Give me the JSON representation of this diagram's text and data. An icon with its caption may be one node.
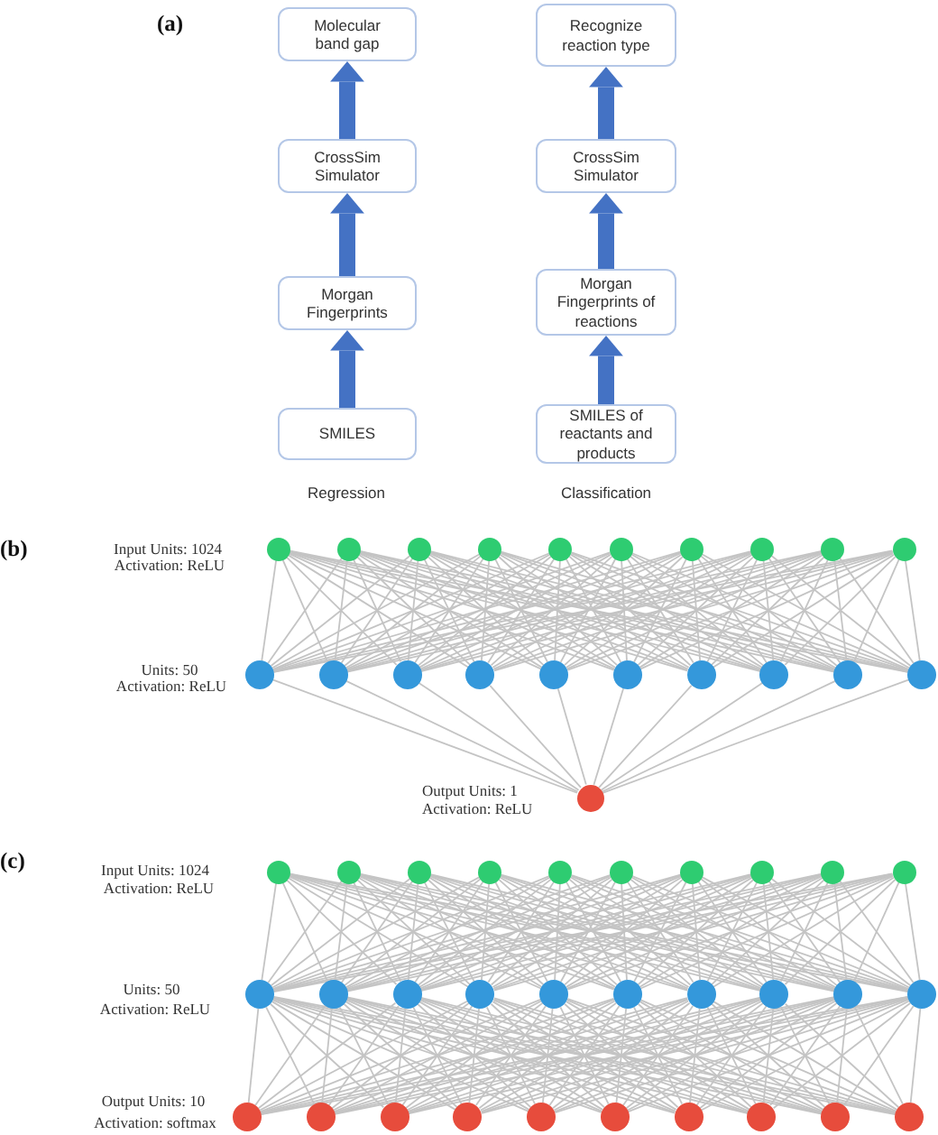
{
  "diagram": {
    "nodes": [
      {
        "text": [
          "Molecular band gap"
        ]
      },
      {
        "text": [
          "Recognize reaction type"
        ]
      },
      {
        "text": [
          "CrossSim Simulator"
        ]
      },
      {
        "text": [
          "CrossSim Simulator"
        ]
      },
      {
        "text": [
          "Morgan Fingerprints"
        ]
      },
      {
        "text": [
          "Morgan Fingerprints of reactions"
        ]
      },
      {
        "text": [
          "SMILES"
        ]
      },
      {
        "text": [
          "SMILES of reactants and products"
        ]
      },
      {
        "text": [],
        "shape": "circle"
      },
      {
        "text": [],
        "shape": "circle"
      },
      {
        "text": [],
        "shape": "circle"
      },
      {
        "text": [],
        "shape": "circle"
      },
      {
        "text": [],
        "shape": "circle"
      },
      {
        "text": [],
        "shape": "circle"
      },
      {
        "text": [],
        "shape": "circle"
      },
      {
        "text": [],
        "shape": "circle"
      },
      {
        "text": [],
        "shape": "circle"
      },
      {
        "text": [],
        "shape": "circle"
      },
      {
        "text": [],
        "shape": "circle"
      },
      {
        "text": [],
        "shape": "circle"
      },
      {
        "text": [],
        "shape": "circle"
      },
      {
        "text": [],
        "shape": "circle"
      },
      {
        "text": [],
        "shape": "circle"
      },
      {
        "text": [],
        "shape": "circle"
      },
      {
        "text": [],
        "shape": "circle"
      },
      {
        "text": [],
        "shape": "circle"
      },
      {
        "text": [],
        "shape": "circle"
      },
      {
        "text": [],
        "shape": "circle"
      },
      {
        "text": [],
        "shape": "circle"
      },
      {
        "text": [],
        "shape": "circle"
      },
      {
        "text": [],
        "shape": "circle"
      },
      {
        "text": [],
        "shape": "circle"
      },
      {
        "text": [],
        "shape": "circle"
      },
      {
        "text": [],
        "shape": "circle"
      },
      {
        "text": [],
        "shape": "circle"
      },
      {
        "text": [],
        "shape": "circle"
      },
      {
        "text": [],
        "shape": "circle"
      },
      {
        "text": [],
        "shape": "circle"
      },
      {
        "text": [],
        "shape": "circle"
      },
      {
        "text": [],
        "shape": "circle"
      },
      {
        "text": [],
        "shape": "circle"
      },
      {
        "text": [],
        "shape": "circle"
      },
      {
        "text": [],
        "shape": "circle"
      },
      {
        "text": [],
        "shape": "circle"
      },
      {
        "text": [],
        "shape": "circle"
      },
      {
        "text": [],
        "shape": "circle"
      },
      {
        "text": [],
        "shape": "circle"
      },
      {
        "text": [],
        "shape": "circle"
      },
      {
        "text": [],
        "shape": "circle"
      },
      {
        "text": [],
        "shape": "circle"
      },
      {
        "text": [],
        "shape": "circle"
      },
      {
        "text": [],
        "shape": "circle"
      },
      {
        "text": [],
        "shape": "circle"
      },
      {
        "text": [],
        "shape": "circle"
      },
      {
        "text": [],
        "shape": "circle"
      },
      {
        "text": [],
        "shape": "circle"
      },
      {
        "text": [],
        "shape": "circle"
      },
      {
        "text": [],
        "shape": "circle"
      },
      {
        "text": [],
        "shape": "circle"
      }
    ],
    "edges": [
      {
        "from": 6,
        "to": 4,
        "arrow": "to",
        "style": "thick",
        "color": "#4472c4"
      },
      {
        "from": 4,
        "to": 2,
        "arrow": "to",
        "style": "thick",
        "color": "#4472c4"
      },
      {
        "from": 2,
        "to": 0,
        "arrow": "to",
        "style": "thick",
        "color": "#4472c4"
      },
      {
        "from": 7,
        "to": 5,
        "arrow": "to",
        "style": "thick",
        "color": "#4472c4"
      },
      {
        "from": 5,
        "to": 3,
        "arrow": "to",
        "style": "thick",
        "color": "#4472c4"
      },
      {
        "from": 3,
        "to": 1,
        "arrow": "to",
        "style": "thick",
        "color": "#4472c4"
      },
      {
        "from": 8,
        "to": 18,
        "arrow": "none"
      },
      {
        "from": 8,
        "to": 19,
        "arrow": "none"
      },
      {
        "from": 8,
        "to": 20,
        "arrow": "none"
      },
      {
        "from": 8,
        "to": 21,
        "arrow": "none"
      },
      {
        "from": 8,
        "to": 22,
        "arrow": "none"
      },
      {
        "from": 8,
        "to": 23,
        "arrow": "none"
      },
      {
        "from": 8,
        "to": 24,
        "arrow": "none"
      },
      {
        "from": 8,
        "to": 25,
        "arrow": "none"
      },
      {
        "from": 8,
        "to": 26,
        "arrow": "none"
      },
      {
        "from": 8,
        "to": 27,
        "arrow": "none"
      },
      {
        "from": 9,
        "to": 18,
        "arrow": "none"
      },
      {
        "from": 9,
        "to": 19,
        "arrow": "none"
      },
      {
        "from": 9,
        "to": 20,
        "arrow": "none"
      },
      {
        "from": 9,
        "to": 21,
        "arrow": "none"
      },
      {
        "from": 9,
        "to": 22,
        "arrow": "none"
      },
      {
        "from": 9,
        "to": 23,
        "arrow": "none"
      },
      {
        "from": 9,
        "to": 24,
        "arrow": "none"
      },
      {
        "from": 9,
        "to": 25,
        "arrow": "none"
      },
      {
        "from": 9,
        "to": 26,
        "arrow": "none"
      },
      {
        "from": 9,
        "to": 27,
        "arrow": "none"
      },
      {
        "from": 10,
        "to": 18,
        "arrow": "none"
      },
      {
        "from": 10,
        "to": 19,
        "arrow": "none"
      },
      {
        "from": 10,
        "to": 20,
        "arrow": "none"
      },
      {
        "from": 10,
        "to": 21,
        "arrow": "none"
      },
      {
        "from": 10,
        "to": 22,
        "arrow": "none"
      },
      {
        "from": 10,
        "to": 23,
        "arrow": "none"
      },
      {
        "from": 10,
        "to": 24,
        "arrow": "none"
      },
      {
        "from": 10,
        "to": 25,
        "arrow": "none"
      },
      {
        "from": 10,
        "to": 26,
        "arrow": "none"
      },
      {
        "from": 10,
        "to": 27,
        "arrow": "none"
      },
      {
        "from": 11,
        "to": 18,
        "arrow": "none"
      },
      {
        "from": 11,
        "to": 19,
        "arrow": "none"
      },
      {
        "from": 11,
        "to": 20,
        "arrow": "none"
      },
      {
        "from": 11,
        "to": 21,
        "arrow": "none"
      },
      {
        "from": 11,
        "to": 22,
        "arrow": "none"
      },
      {
        "from": 11,
        "to": 23,
        "arrow": "none"
      },
      {
        "from": 11,
        "to": 24,
        "arrow": "none"
      },
      {
        "from": 11,
        "to": 25,
        "arrow": "none"
      },
      {
        "from": 11,
        "to": 26,
        "arrow": "none"
      },
      {
        "from": 11,
        "to": 27,
        "arrow": "none"
      },
      {
        "from": 12,
        "to": 18,
        "arrow": "none"
      },
      {
        "from": 12,
        "to": 19,
        "arrow": "none"
      },
      {
        "from": 12,
        "to": 20,
        "arrow": "none"
      },
      {
        "from": 12,
        "to": 21,
        "arrow": "none"
      },
      {
        "from": 12,
        "to": 22,
        "arrow": "none"
      },
      {
        "from": 12,
        "to": 23,
        "arrow": "none"
      },
      {
        "from": 12,
        "to": 24,
        "arrow": "none"
      },
      {
        "from": 12,
        "to": 25,
        "arrow": "none"
      },
      {
        "from": 12,
        "to": 26,
        "arrow": "none"
      },
      {
        "from": 12,
        "to": 27,
        "arrow": "none"
      },
      {
        "from": 13,
        "to": 18,
        "arrow": "none"
      },
      {
        "from": 13,
        "to": 19,
        "arrow": "none"
      },
      {
        "from": 13,
        "to": 20,
        "arrow": "none"
      },
      {
        "from": 13,
        "to": 21,
        "arrow": "none"
      },
      {
        "from": 13,
        "to": 22,
        "arrow": "none"
      },
      {
        "from": 13,
        "to": 23,
        "arrow": "none"
      },
      {
        "from": 13,
        "to": 24,
        "arrow": "none"
      },
      {
        "from": 13,
        "to": 25,
        "arrow": "none"
      },
      {
        "from": 13,
        "to": 26,
        "arrow": "none"
      },
      {
        "from": 13,
        "to": 27,
        "arrow": "none"
      },
      {
        "from": 14,
        "to": 18,
        "arrow": "none"
      },
      {
        "from": 14,
        "to": 19,
        "arrow": "none"
      },
      {
        "from": 14,
        "to": 20,
        "arrow": "none"
      },
      {
        "from": 14,
        "to": 21,
        "arrow": "none"
      },
      {
        "from": 14,
        "to": 22,
        "arrow": "none"
      },
      {
        "from": 14,
        "to": 23,
        "arrow": "none"
      },
      {
        "from": 14,
        "to": 24,
        "arrow": "none"
      },
      {
        "from": 14,
        "to": 25,
        "arrow": "none"
      },
      {
        "from": 14,
        "to": 26,
        "arrow": "none"
      },
      {
        "from": 14,
        "to": 27,
        "arrow": "none"
      },
      {
        "from": 15,
        "to": 18,
        "arrow": "none"
      },
      {
        "from": 15,
        "to": 19,
        "arrow": "none"
      },
      {
        "from": 15,
        "to": 20,
        "arrow": "none"
      },
      {
        "from": 15,
        "to": 21,
        "arrow": "none"
      },
      {
        "from": 15,
        "to": 22,
        "arrow": "none"
      },
      {
        "from": 15,
        "to": 23,
        "arrow": "none"
      },
      {
        "from": 15,
        "to": 24,
        "arrow": "none"
      },
      {
        "from": 15,
        "to": 25,
        "arrow": "none"
      },
      {
        "from": 15,
        "to": 26,
        "arrow": "none"
      },
      {
        "from": 15,
        "to": 27,
        "arrow": "none"
      },
      {
        "from": 16,
        "to": 18,
        "arrow": "none"
      },
      {
        "from": 16,
        "to": 19,
        "arrow": "none"
      },
      {
        "from": 16,
        "to": 20,
        "arrow": "none"
      },
      {
        "from": 16,
        "to": 21,
        "arrow": "none"
      },
      {
        "from": 16,
        "to": 22,
        "arrow": "none"
      },
      {
        "from": 16,
        "to": 23,
        "arrow": "none"
      },
      {
        "from": 16,
        "to": 24,
        "arrow": "none"
      },
      {
        "from": 16,
        "to": 25,
        "arrow": "none"
      },
      {
        "from": 16,
        "to": 26,
        "arrow": "none"
      },
      {
        "from": 16,
        "to": 27,
        "arrow": "none"
      },
      {
        "from": 17,
        "to": 18,
        "arrow": "none"
      },
      {
        "from": 17,
        "to": 19,
        "arrow": "none"
      },
      {
        "from": 17,
        "to": 20,
        "arrow": "none"
      },
      {
        "from": 17,
        "to": 21,
        "arrow": "none"
      },
      {
        "from": 17,
        "to": 22,
        "arrow": "none"
      },
      {
        "from": 17,
        "to": 23,
        "arrow": "none"
      },
      {
        "from": 17,
        "to": 24,
        "arrow": "none"
      },
      {
        "from": 17,
        "to": 25,
        "arrow": "none"
      },
      {
        "from": 17,
        "to": 26,
        "arrow": "none"
      },
      {
        "from": 17,
        "to": 27,
        "arrow": "none"
      },
      {
        "from": 18,
        "to": 28,
        "arrow": "none"
      },
      {
        "from": 19,
        "to": 28,
        "arrow": "none"
      },
      {
        "from": 20,
        "to": 28,
        "arrow": "none"
      },
      {
        "from": 21,
        "to": 28,
        "arrow": "none"
      },
      {
        "from": 22,
        "to": 28,
        "arrow": "none"
      },
      {
        "from": 23,
        "to": 28,
        "arrow": "none"
      },
      {
        "from": 24,
        "to": 28,
        "arrow": "none"
      },
      {
        "from": 25,
        "to": 28,
        "arrow": "none"
      },
      {
        "from": 26,
        "to": 28,
        "arrow": "none"
      },
      {
        "from": 27,
        "to": 28,
        "arrow": "none"
      },
      {
        "from": 29,
        "to": 39,
        "arrow": "none"
      },
      {
        "from": 29,
        "to": 40,
        "arrow": "none"
      },
      {
        "from": 29,
        "to": 41,
        "arrow": "none"
      },
      {
        "from": 29,
        "to": 42,
        "arrow": "none"
      },
      {
        "from": 29,
        "to": 43,
        "arrow": "none"
      },
      {
        "from": 29,
        "to": 44,
        "arrow": "none"
      },
      {
        "from": 29,
        "to": 45,
        "arrow": "none"
      },
      {
        "from": 29,
        "to": 46,
        "arrow": "none"
      },
      {
        "from": 29,
        "to": 47,
        "arrow": "none"
      },
      {
        "from": 29,
        "to": 48,
        "arrow": "none"
      },
      {
        "from": 30,
        "to": 39,
        "arrow": "none"
      },
      {
        "from": 30,
        "to": 40,
        "arrow": "none"
      },
      {
        "from": 30,
        "to": 41,
        "arrow": "none"
      },
      {
        "from": 30,
        "to": 42,
        "arrow": "none"
      },
      {
        "from": 30,
        "to": 43,
        "arrow": "none"
      },
      {
        "from": 30,
        "to": 44,
        "arrow": "none"
      },
      {
        "from": 30,
        "to": 45,
        "arrow": "none"
      },
      {
        "from": 30,
        "to": 46,
        "arrow": "none"
      },
      {
        "from": 30,
        "to": 47,
        "arrow": "none"
      },
      {
        "from": 30,
        "to": 48,
        "arrow": "none"
      },
      {
        "from": 31,
        "to": 39,
        "arrow": "none"
      },
      {
        "from": 31,
        "to": 40,
        "arrow": "none"
      },
      {
        "from": 31,
        "to": 41,
        "arrow": "none"
      },
      {
        "from": 31,
        "to": 42,
        "arrow": "none"
      },
      {
        "from": 31,
        "to": 43,
        "arrow": "none"
      },
      {
        "from": 31,
        "to": 44,
        "arrow": "none"
      },
      {
        "from": 31,
        "to": 45,
        "arrow": "none"
      },
      {
        "from": 31,
        "to": 46,
        "arrow": "none"
      },
      {
        "from": 31,
        "to": 47,
        "arrow": "none"
      },
      {
        "from": 31,
        "to": 48,
        "arrow": "none"
      },
      {
        "from": 32,
        "to": 39,
        "arrow": "none"
      },
      {
        "from": 32,
        "to": 40,
        "arrow": "none"
      },
      {
        "from": 32,
        "to": 41,
        "arrow": "none"
      },
      {
        "from": 32,
        "to": 42,
        "arrow": "none"
      },
      {
        "from": 32,
        "to": 43,
        "arrow": "none"
      },
      {
        "from": 32,
        "to": 44,
        "arrow": "none"
      },
      {
        "from": 32,
        "to": 45,
        "arrow": "none"
      },
      {
        "from": 32,
        "to": 46,
        "arrow": "none"
      },
      {
        "from": 32,
        "to": 47,
        "arrow": "none"
      },
      {
        "from": 32,
        "to": 48,
        "arrow": "none"
      },
      {
        "from": 33,
        "to": 39,
        "arrow": "none"
      },
      {
        "from": 33,
        "to": 40,
        "arrow": "none"
      },
      {
        "from": 33,
        "to": 41,
        "arrow": "none"
      },
      {
        "from": 33,
        "to": 42,
        "arrow": "none"
      },
      {
        "from": 33,
        "to": 43,
        "arrow": "none"
      },
      {
        "from": 33,
        "to": 44,
        "arrow": "none"
      },
      {
        "from": 33,
        "to": 45,
        "arrow": "none"
      },
      {
        "from": 33,
        "to": 46,
        "arrow": "none"
      },
      {
        "from": 33,
        "to": 47,
        "arrow": "none"
      },
      {
        "from": 33,
        "to": 48,
        "arrow": "none"
      },
      {
        "from": 34,
        "to": 39,
        "arrow": "none"
      },
      {
        "from": 34,
        "to": 40,
        "arrow": "none"
      },
      {
        "from": 34,
        "to": 41,
        "arrow": "none"
      },
      {
        "from": 34,
        "to": 42,
        "arrow": "none"
      },
      {
        "from": 34,
        "to": 43,
        "arrow": "none"
      },
      {
        "from": 34,
        "to": 44,
        "arrow": "none"
      },
      {
        "from": 34,
        "to": 45,
        "arrow": "none"
      },
      {
        "from": 34,
        "to": 46,
        "arrow": "none"
      },
      {
        "from": 34,
        "to": 47,
        "arrow": "none"
      },
      {
        "from": 34,
        "to": 48,
        "arrow": "none"
      },
      {
        "from": 35,
        "to": 39,
        "arrow": "none"
      },
      {
        "from": 35,
        "to": 40,
        "arrow": "none"
      },
      {
        "from": 35,
        "to": 41,
        "arrow": "none"
      },
      {
        "from": 35,
        "to": 42,
        "arrow": "none"
      },
      {
        "from": 35,
        "to": 43,
        "arrow": "none"
      },
      {
        "from": 35,
        "to": 44,
        "arrow": "none"
      },
      {
        "from": 35,
        "to": 45,
        "arrow": "none"
      },
      {
        "from": 35,
        "to": 46,
        "arrow": "none"
      },
      {
        "from": 35,
        "to": 47,
        "arrow": "none"
      },
      {
        "from": 35,
        "to": 48,
        "arrow": "none"
      },
      {
        "from": 36,
        "to": 39,
        "arrow": "none"
      },
      {
        "from": 36,
        "to": 40,
        "arrow": "none"
      },
      {
        "from": 36,
        "to": 41,
        "arrow": "none"
      },
      {
        "from": 36,
        "to": 42,
        "arrow": "none"
      },
      {
        "from": 36,
        "to": 43,
        "arrow": "none"
      },
      {
        "from": 36,
        "to": 44,
        "arrow": "none"
      },
      {
        "from": 36,
        "to": 45,
        "arrow": "none"
      },
      {
        "from": 36,
        "to": 46,
        "arrow": "none"
      },
      {
        "from": 36,
        "to": 47,
        "arrow": "none"
      },
      {
        "from": 36,
        "to": 48,
        "arrow": "none"
      },
      {
        "from": 37,
        "to": 39,
        "arrow": "none"
      },
      {
        "from": 37,
        "to": 40,
        "arrow": "none"
      },
      {
        "from": 37,
        "to": 41,
        "arrow": "none"
      },
      {
        "from": 37,
        "to": 42,
        "arrow": "none"
      },
      {
        "from": 37,
        "to": 43,
        "arrow": "none"
      },
      {
        "from": 37,
        "to": 44,
        "arrow": "none"
      },
      {
        "from": 37,
        "to": 45,
        "arrow": "none"
      },
      {
        "from": 37,
        "to": 46,
        "arrow": "none"
      },
      {
        "from": 37,
        "to": 47,
        "arrow": "none"
      },
      {
        "from": 37,
        "to": 48,
        "arrow": "none"
      },
      {
        "from": 38,
        "to": 39,
        "arrow": "none"
      },
      {
        "from": 38,
        "to": 40,
        "arrow": "none"
      },
      {
        "from": 38,
        "to": 41,
        "arrow": "none"
      },
      {
        "from": 38,
        "to": 42,
        "arrow": "none"
      },
      {
        "from": 38,
        "to": 43,
        "arrow": "none"
      },
      {
        "from": 38,
        "to": 44,
        "arrow": "none"
      },
      {
        "from": 38,
        "to": 45,
        "arrow": "none"
      },
      {
        "from": 38,
        "to": 46,
        "arrow": "none"
      },
      {
        "from": 38,
        "to": 47,
        "arrow": "none"
      },
      {
        "from": 38,
        "to": 48,
        "arrow": "none"
      },
      {
        "from": 39,
        "to": 49,
        "arrow": "none"
      },
      {
        "from": 39,
        "to": 50,
        "arrow": "none"
      },
      {
        "from": 39,
        "to": 51,
        "arrow": "none"
      },
      {
        "from": 39,
        "to": 52,
        "arrow": "none"
      },
      {
        "from": 39,
        "to": 53,
        "arrow": "none"
      },
      {
        "from": 39,
        "to": 54,
        "arrow": "none"
      },
      {
        "from": 39,
        "to": 55,
        "arrow": "none"
      },
      {
        "from": 39,
        "to": 56,
        "arrow": "none"
      },
      {
        "from": 39,
        "to": 57,
        "arrow": "none"
      },
      {
        "from": 39,
        "to": 58,
        "arrow": "none"
      },
      {
        "from": 40,
        "to": 49,
        "arrow": "none"
      },
      {
        "from": 40,
        "to": 50,
        "arrow": "none"
      },
      {
        "from": 40,
        "to": 51,
        "arrow": "none"
      },
      {
        "from": 40,
        "to": 52,
        "arrow": "none"
      },
      {
        "from": 40,
        "to": 53,
        "arrow": "none"
      },
      {
        "from": 40,
        "to": 54,
        "arrow": "none"
      },
      {
        "from": 40,
        "to": 55,
        "arrow": "none"
      },
      {
        "from": 40,
        "to": 56,
        "arrow": "none"
      },
      {
        "from": 40,
        "to": 57,
        "arrow": "none"
      },
      {
        "from": 40,
        "to": 58,
        "arrow": "none"
      },
      {
        "from": 41,
        "to": 49,
        "arrow": "none"
      },
      {
        "from": 41,
        "to": 50,
        "arrow": "none"
      },
      {
        "from": 41,
        "to": 51,
        "arrow": "none"
      },
      {
        "from": 41,
        "to": 52,
        "arrow": "none"
      },
      {
        "from": 41,
        "to": 53,
        "arrow": "none"
      },
      {
        "from": 41,
        "to": 54,
        "arrow": "none"
      },
      {
        "from": 41,
        "to": 55,
        "arrow": "none"
      },
      {
        "from": 41,
        "to": 56,
        "arrow": "none"
      },
      {
        "from": 41,
        "to": 57,
        "arrow": "none"
      },
      {
        "from": 41,
        "to": 58,
        "arrow": "none"
      },
      {
        "from": 42,
        "to": 49,
        "arrow": "none"
      },
      {
        "from": 42,
        "to": 50,
        "arrow": "none"
      },
      {
        "from": 42,
        "to": 51,
        "arrow": "none"
      },
      {
        "from": 42,
        "to": 52,
        "arrow": "none"
      },
      {
        "from": 42,
        "to": 53,
        "arrow": "none"
      },
      {
        "from": 42,
        "to": 54,
        "arrow": "none"
      },
      {
        "from": 42,
        "to": 55,
        "arrow": "none"
      },
      {
        "from": 42,
        "to": 56,
        "arrow": "none"
      },
      {
        "from": 42,
        "to": 57,
        "arrow": "none"
      },
      {
        "from": 42,
        "to": 58,
        "arrow": "none"
      },
      {
        "from": 43,
        "to": 49,
        "arrow": "none"
      },
      {
        "from": 43,
        "to": 50,
        "arrow": "none"
      },
      {
        "from": 43,
        "to": 51,
        "arrow": "none"
      },
      {
        "from": 43,
        "to": 52,
        "arrow": "none"
      },
      {
        "from": 43,
        "to": 53,
        "arrow": "none"
      },
      {
        "from": 43,
        "to": 54,
        "arrow": "none"
      },
      {
        "from": 43,
        "to": 55,
        "arrow": "none"
      },
      {
        "from": 43,
        "to": 56,
        "arrow": "none"
      },
      {
        "from": 43,
        "to": 57,
        "arrow": "none"
      },
      {
        "from": 43,
        "to": 58,
        "arrow": "none"
      },
      {
        "from": 44,
        "to": 49,
        "arrow": "none"
      },
      {
        "from": 44,
        "to": 50,
        "arrow": "none"
      },
      {
        "from": 44,
        "to": 51,
        "arrow": "none"
      },
      {
        "from": 44,
        "to": 52,
        "arrow": "none"
      },
      {
        "from": 44,
        "to": 53,
        "arrow": "none"
      },
      {
        "from": 44,
        "to": 54,
        "arrow": "none"
      },
      {
        "from": 44,
        "to": 55,
        "arrow": "none"
      },
      {
        "from": 44,
        "to": 56,
        "arrow": "none"
      },
      {
        "from": 44,
        "to": 57,
        "arrow": "none"
      },
      {
        "from": 44,
        "to": 58,
        "arrow": "none"
      },
      {
        "from": 45,
        "to": 49,
        "arrow": "none"
      },
      {
        "from": 45,
        "to": 50,
        "arrow": "none"
      },
      {
        "from": 45,
        "to": 51,
        "arrow": "none"
      },
      {
        "from": 45,
        "to": 52,
        "arrow": "none"
      },
      {
        "from": 45,
        "to": 53,
        "arrow": "none"
      },
      {
        "from": 45,
        "to": 54,
        "arrow": "none"
      },
      {
        "from": 45,
        "to": 55,
        "arrow": "none"
      },
      {
        "from": 45,
        "to": 56,
        "arrow": "none"
      },
      {
        "from": 45,
        "to": 57,
        "arrow": "none"
      },
      {
        "from": 45,
        "to": 58,
        "arrow": "none"
      },
      {
        "from": 46,
        "to": 49,
        "arrow": "none"
      },
      {
        "from": 46,
        "to": 50,
        "arrow": "none"
      },
      {
        "from": 46,
        "to": 51,
        "arrow": "none"
      },
      {
        "from": 46,
        "to": 52,
        "arrow": "none"
      },
      {
        "from": 46,
        "to": 53,
        "arrow": "none"
      },
      {
        "from": 46,
        "to": 54,
        "arrow": "none"
      },
      {
        "from": 46,
        "to": 55,
        "arrow": "none"
      },
      {
        "from": 46,
        "to": 56,
        "arrow": "none"
      },
      {
        "from": 46,
        "to": 57,
        "arrow": "none"
      },
      {
        "from": 46,
        "to": 58,
        "arrow": "none"
      },
      {
        "from": 47,
        "to": 49,
        "arrow": "none"
      },
      {
        "from": 47,
        "to": 50,
        "arrow": "none"
      },
      {
        "from": 47,
        "to": 51,
        "arrow": "none"
      },
      {
        "from": 47,
        "to": 52,
        "arrow": "none"
      },
      {
        "from": 47,
        "to": 53,
        "arrow": "none"
      },
      {
        "from": 47,
        "to": 54,
        "arrow": "none"
      },
      {
        "from": 47,
        "to": 55,
        "arrow": "none"
      },
      {
        "from": 47,
        "to": 56,
        "arrow": "none"
      },
      {
        "from": 47,
        "to": 57,
        "arrow": "none"
      },
      {
        "from": 47,
        "to": 58,
        "arrow": "none"
      },
      {
        "from": 48,
        "to": 49,
        "arrow": "none"
      },
      {
        "from": 48,
        "to": 50,
        "arrow": "none"
      },
      {
        "from": 48,
        "to": 51,
        "arrow": "none"
      },
      {
        "from": 48,
        "to": 52,
        "arrow": "none"
      },
      {
        "from": 48,
        "to": 53,
        "arrow": "none"
      },
      {
        "from": 48,
        "to": 54,
        "arrow": "none"
      },
      {
        "from": 48,
        "to": 55,
        "arrow": "none"
      },
      {
        "from": 48,
        "to": 56,
        "arrow": "none"
      },
      {
        "from": 48,
        "to": 57,
        "arrow": "none"
      },
      {
        "from": 48,
        "to": 58,
        "arrow": "none"
      }
    ],
    "labels": [
      "(a)",
      "Regression",
      "Classification",
      "(b)",
      "Input Units: 1024",
      "Activation: ReLU",
      "Units: 50",
      "Activation: ReLU",
      "Output Units: 1",
      "Activation: ReLU",
      "(c)",
      "Input Units: 1024",
      "Activation: ReLU",
      "Units: 50",
      "Activation: ReLU",
      "Output Units: 10",
      "Activation: softmax"
    ]
  }
}
